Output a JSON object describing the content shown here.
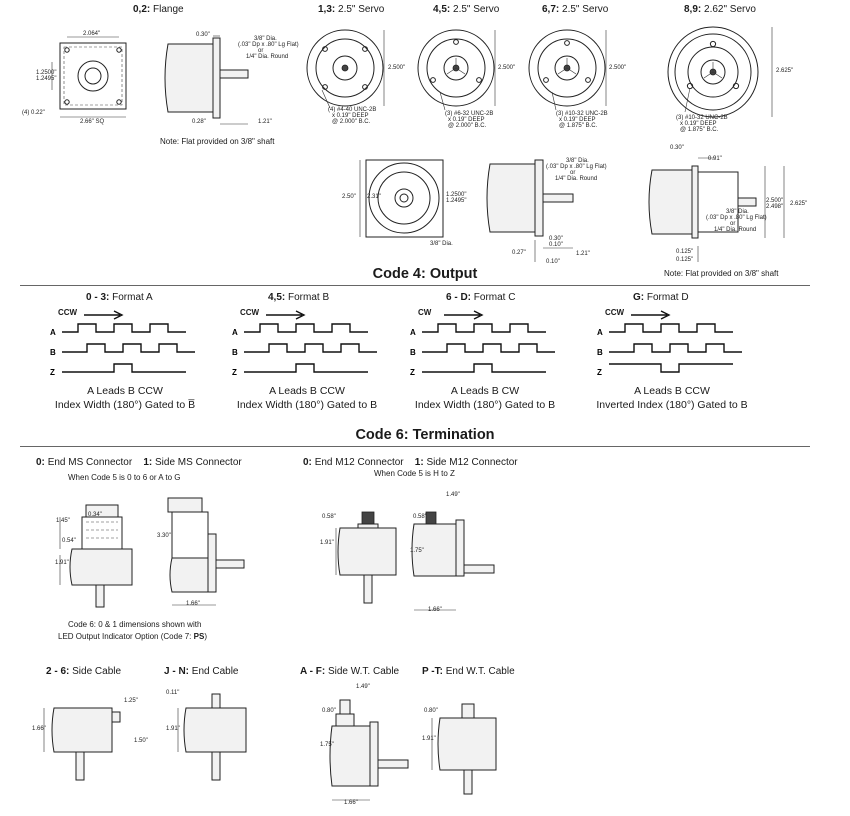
{
  "top": {
    "flange": {
      "code": "0,2:",
      "label": "Flange",
      "dims": [
        "2.064\"",
        "1.2500\"",
        "1.2495\"",
        "(4) 0.22\"",
        "2.66\" SQ",
        "0.30\"",
        "3/8\" Dia.",
        "(.03\" Dp x .80\" Lg Flat)",
        "or",
        "1/4\" Dia. Round",
        "0.28\"",
        "1.21\""
      ],
      "note": "Note:  Flat provided on 3/8\" shaft"
    },
    "servo13": {
      "code": "1,3:",
      "label": "2.5\" Servo",
      "dims": [
        "2.500\"",
        "(4) #4-40 UNC-2B",
        "x 0.19\" DEEP",
        "@ 2.000\" B.C."
      ]
    },
    "servo45": {
      "code": "4,5:",
      "label": "2.5\" Servo",
      "dims": [
        "2.500\"",
        "(3) #6-32 UNC-2B",
        "x 0.19\" DEEP",
        "@ 2.000\" B.C."
      ]
    },
    "servo67": {
      "code": "6,7:",
      "label": "2.5\" Servo",
      "dims": [
        "2.500\"",
        "(3) #10-32 UNC-2B",
        "x 0.19\" DEEP",
        "@ 1.875\" B.C."
      ]
    },
    "servo89": {
      "code": "8,9:",
      "label": "2.62\" Servo",
      "dims": [
        "2.625\"",
        "(3) #10-32 UNC-2B",
        "x 0.19\" DEEP",
        "@ 1.875\" B.C."
      ]
    },
    "mid": {
      "dims": [
        "2.50\"",
        "2.31\"",
        "1.2500\"",
        "1.2495\"",
        "3/8\" Dia.",
        "3/8\" Dia.",
        "(.03\" Dp x .80\" Lg Flat)",
        "or",
        "1/4\" Dia. Round",
        "0.30\"",
        "0.10\"",
        "0.27\"",
        "1.21\"",
        "0.10\""
      ]
    },
    "right": {
      "dims": [
        "0.30\"",
        "0.91\"",
        "2.500\"",
        "2.498\"",
        "2.625\"",
        "3/8\" Dia.",
        "(.03\" Dp x .80\" Lg Flat)",
        "or",
        "1/4\" Dia. Round",
        "0.125\"",
        "0.125\""
      ],
      "note": "Note:  Flat provided on 3/8\" shaft"
    }
  },
  "output": {
    "title": "Code 4: Output",
    "formats": [
      {
        "code": "0 - 3:",
        "name": "Format A",
        "dir": "CCW",
        "cap1": "A Leads B CCW",
        "cap2": "Index Width (180°) Gated to B̅"
      },
      {
        "code": "4,5:",
        "name": "Format B",
        "dir": "CCW",
        "cap1": "A Leads B CCW",
        "cap2": "Index Width (180°) Gated to B"
      },
      {
        "code": "6 - D:",
        "name": "Format C",
        "dir": "CW",
        "cap1": "A Leads B CW",
        "cap2": "Index Width (180°) Gated to B"
      },
      {
        "code": "G:",
        "name": "Format D",
        "dir": "CCW",
        "cap1": "A Leads B CCW",
        "cap2": "Inverted Index (180°) Gated to B"
      }
    ],
    "channels": [
      "A",
      "B",
      "Z"
    ]
  },
  "termination": {
    "title": "Code 6: Termination",
    "ms": {
      "code0": "0:",
      "label0": "End MS Connector",
      "code1": "1:",
      "label1": "Side MS Connector",
      "sub": "When Code 5 is 0 to 6 or A to G",
      "dims": [
        "1.45\"",
        "0.34\"",
        "0.54\"",
        "1.91\"",
        "3.30\"",
        "1.66\""
      ],
      "note1": "Code 6: 0 & 1 dimensions shown with",
      "note2": "LED Output Indicator Option (Code 7: ",
      "note2b": "PS",
      ")": ")"
    },
    "m12": {
      "code0": "0:",
      "label0": "End M12 Connector",
      "code1": "1:",
      "label1": "Side M12 Connector",
      "sub": "When Code 5 is H to Z",
      "dims": [
        "1.49\"",
        "0.58\"",
        "0.58\"",
        "1.91\"",
        "1.75\"",
        "1.66\""
      ]
    },
    "cable": [
      {
        "code": "2 - 6:",
        "label": "Side Cable",
        "dims": [
          "1.25\"",
          "1.66\"",
          "1.50\""
        ]
      },
      {
        "code": "J - N:",
        "label": "End Cable",
        "dims": [
          "0.11\"",
          "1.91\""
        ]
      },
      {
        "code": "A - F:",
        "label": "Side W.T. Cable",
        "dims": [
          "1.49\"",
          "0.80\"",
          "1.75\"",
          "1.66\""
        ]
      },
      {
        "code": "P -T:",
        "label": "End W.T. Cable",
        "dims": [
          "0.80\"",
          "1.91\""
        ]
      }
    ]
  }
}
